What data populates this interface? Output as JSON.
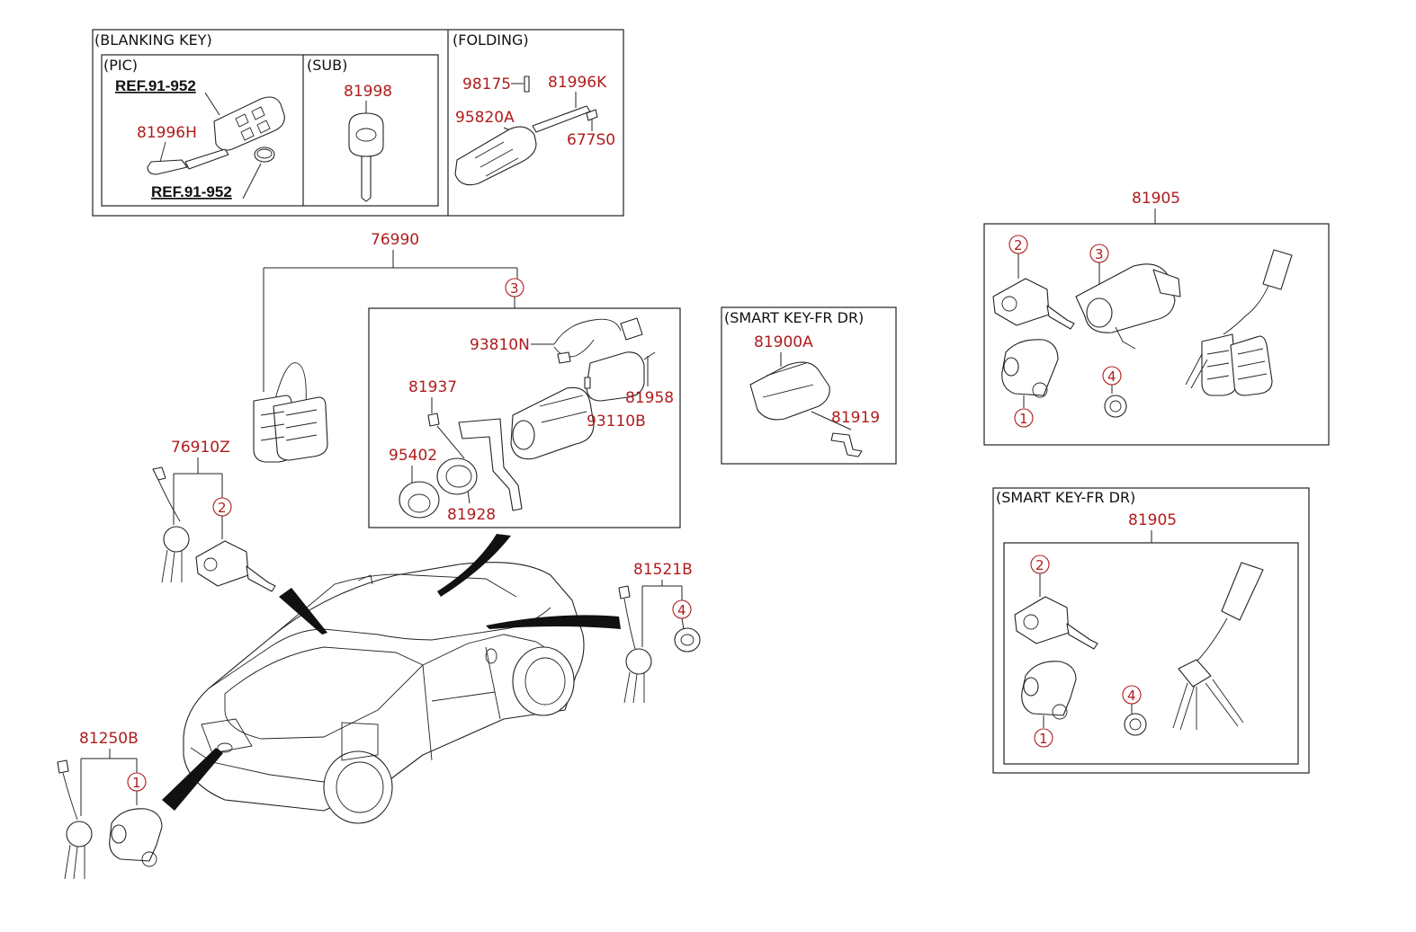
{
  "headers": {
    "blanking_key": "(BLANKING KEY)",
    "pic": "(PIC)",
    "sub": "(SUB)",
    "folding": "(FOLDING)",
    "smart_key_mid": "(SMART KEY-FR DR)",
    "smart_key_right": "(SMART KEY-FR DR)"
  },
  "refs": {
    "ref_top": "REF.91-952",
    "ref_bottom": "REF.91-952"
  },
  "parts": {
    "p81998": "81998",
    "p81996H": "81996H",
    "p98175": "98175",
    "p81996K": "81996K",
    "p95820A": "95820A",
    "p677S0": "677S0",
    "p76990": "76990",
    "p93810N": "93810N",
    "p81937": "81937",
    "p81958": "81958",
    "p93110B": "93110B",
    "p95402": "95402",
    "p81928": "81928",
    "p81900A": "81900A",
    "p81919": "81919",
    "p81905_top": "81905",
    "p81905_bottom": "81905",
    "p76910Z": "76910Z",
    "p81521B": "81521B",
    "p81250B": "81250B"
  },
  "callouts": {
    "c3_center": "3",
    "c2_left": "2",
    "c4_mid": "4",
    "c1_bottom": "1",
    "c2_r1": "2",
    "c3_r1": "3",
    "c4_r1": "4",
    "c1_r1": "1",
    "c2_r2": "2",
    "c4_r2": "4",
    "c1_r2": "1"
  },
  "colors": {
    "part_number": "#b01c1c",
    "line": "#222222",
    "background": "#ffffff"
  }
}
